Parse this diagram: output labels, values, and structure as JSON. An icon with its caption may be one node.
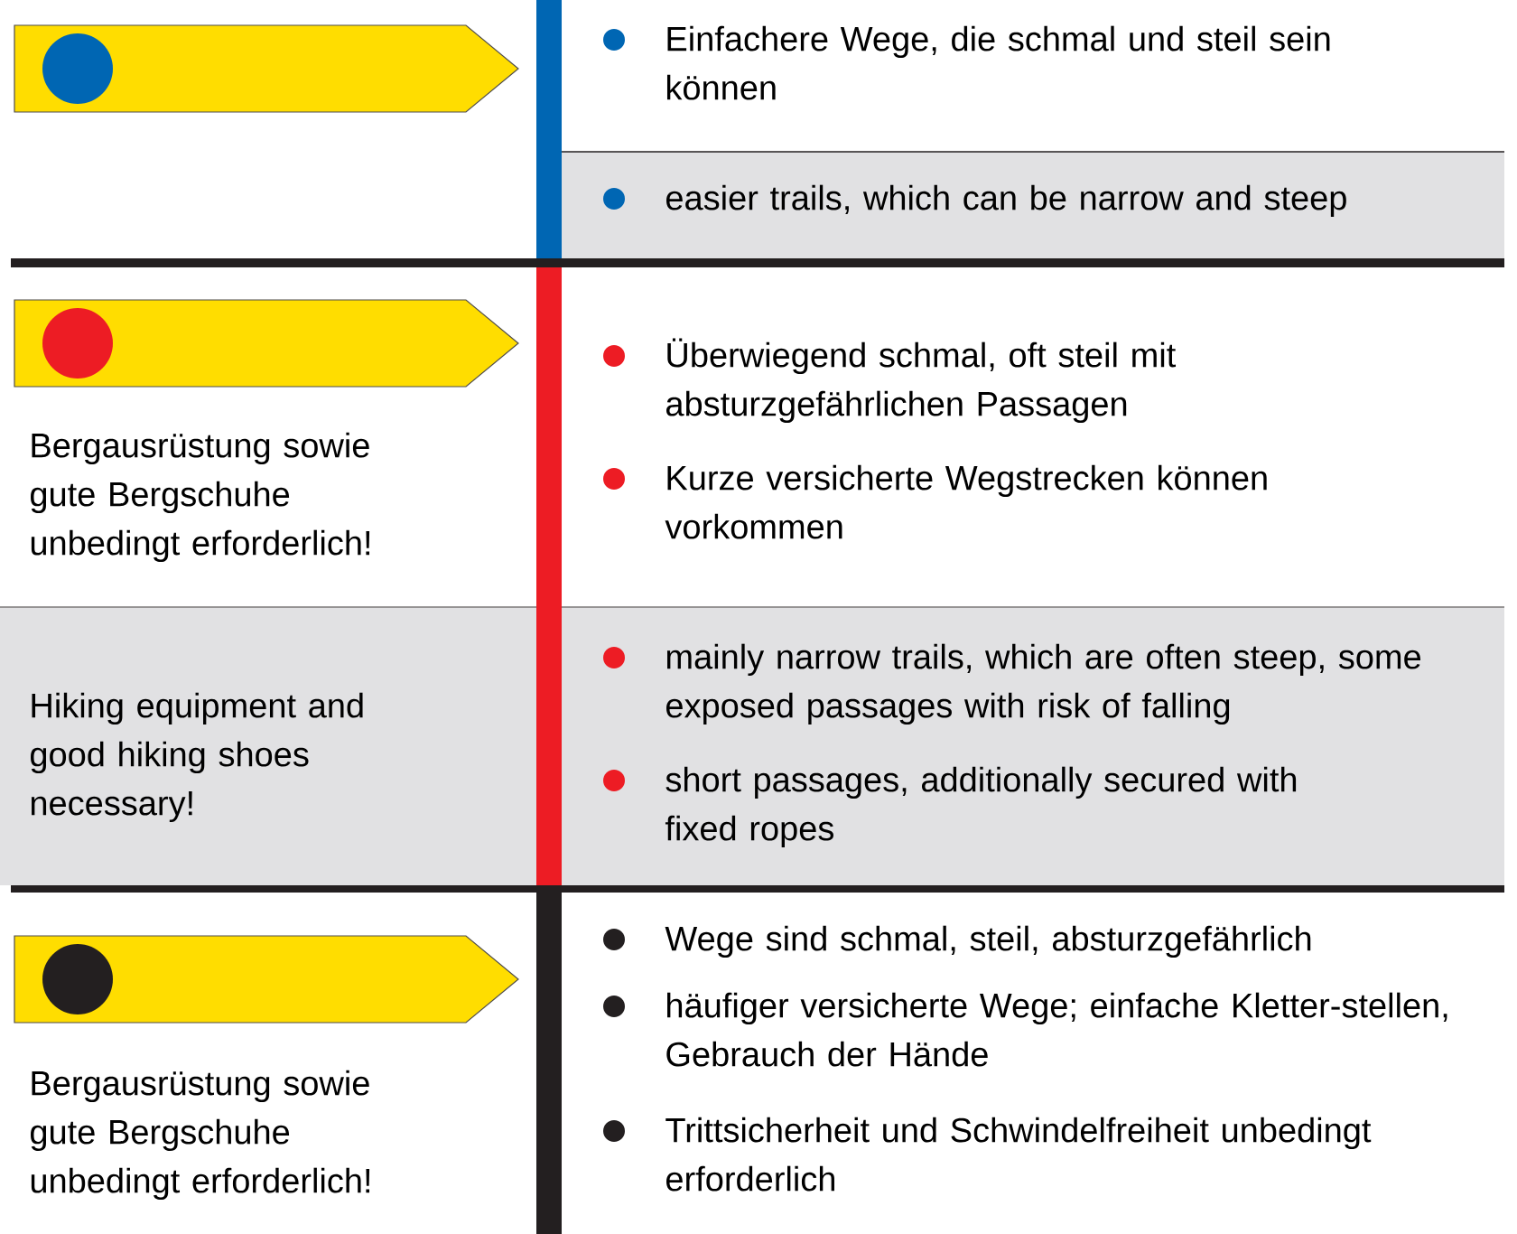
{
  "diagram": {
    "labels": [
      "Einfachere Wege, die schmal und steil sein können",
      "easier trails, which can be narrow and steep",
      "Bergausrüstung sowie gute Bergschuhe unbedingt erforderlich!",
      "Überwiegend schmal, oft steil mit absturzgefährlichen Passagen",
      "Kurze versicherte Wegstrecken können vorkommen",
      "Hiking equipment and good hiking shoes necessary!",
      "mainly narrow trails, which are often steep, some exposed passages with risk of falling",
      "short passages, additionally secured with fixed ropes",
      "Bergausrüstung sowie gute Bergschuhe unbedingt erforderlich!",
      "Wege sind schmal, steil, absturzgefährlich",
      "häufiger versicherte Wege; einfache Kletter-stellen, Gebrauch der Hände",
      "Trittsicherheit und Schwindelfreiheit unbedingt erforderlich"
    ]
  }
}
